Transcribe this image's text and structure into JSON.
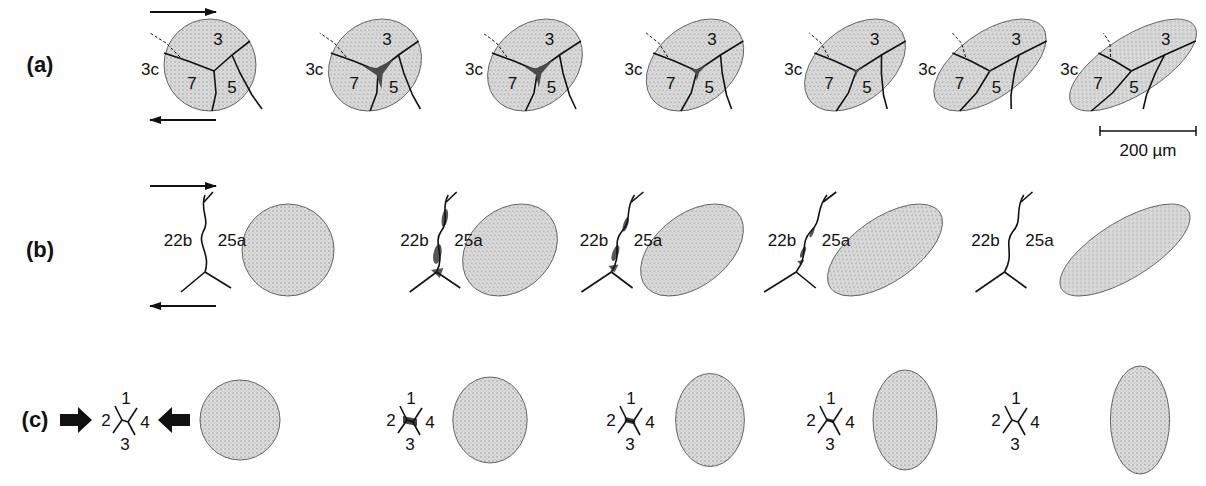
{
  "diagram": {
    "labels": [
      "(a)",
      "3c",
      "3",
      "7",
      "5",
      "3c",
      "3",
      "7",
      "5",
      "3c",
      "3",
      "7",
      "5",
      "3c",
      "3",
      "7",
      "5",
      "3c",
      "3",
      "7",
      "5",
      "3c",
      "3",
      "7",
      "5",
      "3c",
      "3",
      "7",
      "5",
      "200 µm",
      "(b)",
      "22b",
      "25a",
      "22b",
      "25a",
      "22b",
      "25a",
      "22b",
      "25a",
      "22b",
      "25a",
      "(c)",
      "1",
      "2",
      "3",
      "4",
      "1",
      "2",
      "3",
      "4",
      "1",
      "2",
      "3",
      "4",
      "1",
      "2",
      "3",
      "4",
      "1",
      "2",
      "3",
      "4"
    ]
  }
}
